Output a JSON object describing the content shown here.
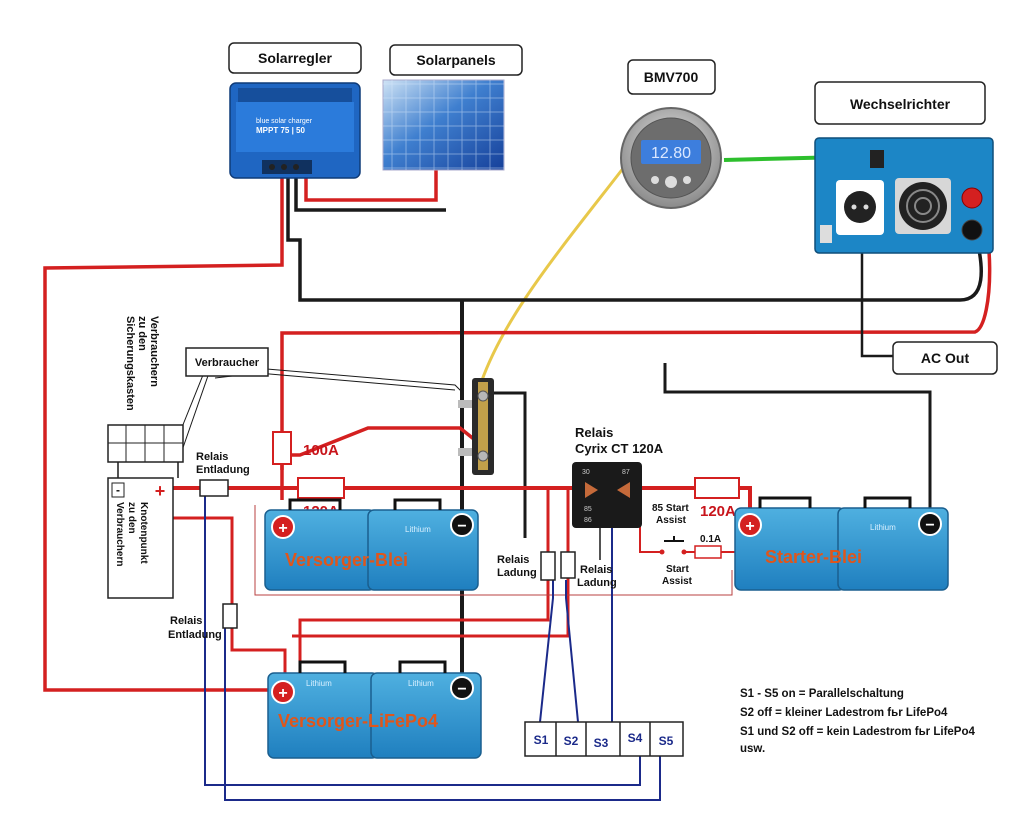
{
  "labels": {
    "solarregler": "Solarregler",
    "solarpanels": "Solarpanels",
    "bmv": "BMV700",
    "wechselrichter": "Wechselrichter",
    "ac_out": "AC Out",
    "verbraucher": "Verbraucher",
    "sicherung_1": "Sicherungskasten",
    "sicherung_2": "zu den",
    "sicherung_3": "Verbrauchern",
    "knoten_1": "Knotenpunkt",
    "knoten_2": "zu den",
    "knoten_3": "Verbrauchern",
    "relais_entladung_top_1": "Relais",
    "relais_entladung_top_2": "Entladung",
    "relais_entladung_bottom_1": "Relais",
    "relais_entladung_bottom_2": "Entladung",
    "relais_cyrix_1": "Relais",
    "relais_cyrix_2": "Cyrix CT 120A",
    "relais_ladung_a_1": "Relais",
    "relais_ladung_a_2": "Ladung",
    "relais_ladung_b_1": "Relais",
    "relais_ladung_b_2": "Ladung",
    "start_assist_85_1": "85 Start",
    "start_assist_85_2": "Assist",
    "start_assist_1": "Start",
    "start_assist_2": "Assist",
    "fuse_100": "100A",
    "fuse_120_left": "120A",
    "fuse_120_right": "120A",
    "fuse_01": "0.1A",
    "relay_30": "30",
    "relay_87": "87",
    "relay_85": "85",
    "relay_86": "86",
    "bmv_display": "12.80",
    "mppt_text": "MPPT 75 | 50",
    "mppt_sub": "blue solar charger",
    "lithium": "Lithium",
    "battery_versorger_blei": "Versorger-Blei",
    "battery_starter_blei": "Starter-Blei",
    "battery_versorger_lifepo4": "Versorger-LiFePo4",
    "knoten_plus": "+",
    "knoten_minus": "-",
    "plus": "+",
    "minus": "−"
  },
  "switches": [
    "S1",
    "S2",
    "S3",
    "S4",
    "S5"
  ],
  "notes": [
    "S1 - S5 on = Parallelschaltung",
    "S2 off = kleiner Ladestrom fьr LifePo4",
    "S1 und S2 off = kein Ladestrom fьr LifePo4",
    "usw."
  ],
  "colors": {
    "positive_wire": "#d42020",
    "negative_wire": "#1a1a1a",
    "control_wire": "#1b2a8a",
    "bmv_wire": "#e8c84a",
    "inverter_wire": "#2dbf2d",
    "battery_blue": "#2a93cf",
    "battery_title": "#e0561b"
  }
}
